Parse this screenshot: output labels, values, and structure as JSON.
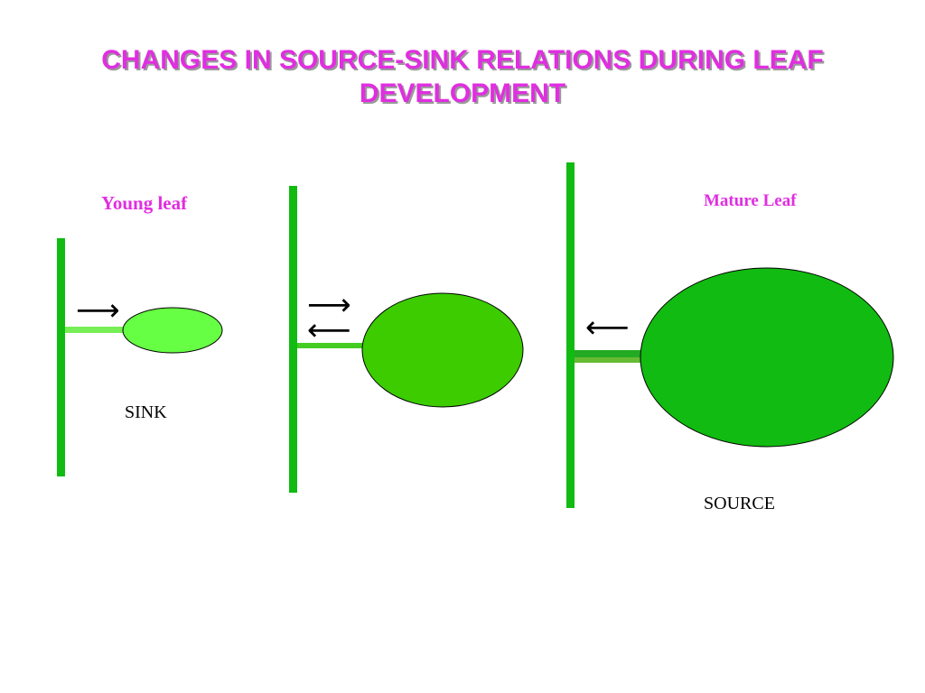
{
  "title": "CHANGES IN SOURCE-SINK RELATIONS DURING LEAF DEVELOPMENT",
  "labels": {
    "young_leaf": "Young leaf",
    "mature_leaf": "Mature Leaf",
    "sink": "SINK",
    "source": "SOURCE"
  },
  "arrows": {
    "stage1": "⟶",
    "stage2_out": "⟶",
    "stage2_in": "⟵",
    "stage3": "⟵"
  },
  "colors": {
    "title": "#e02ee0",
    "label_accent": "#e02ee0",
    "stem": "#11bb11",
    "young_leaf_fill": "#66ff44",
    "young_petiole": "#77ee55",
    "mid_leaf_fill": "#3ccc00",
    "mid_petiole": "#44cc22",
    "mature_leaf_fill": "#11bb11",
    "mature_petiole": "#22aa22",
    "mature_petiole_lower": "#66bb33",
    "outline": "#000000"
  }
}
